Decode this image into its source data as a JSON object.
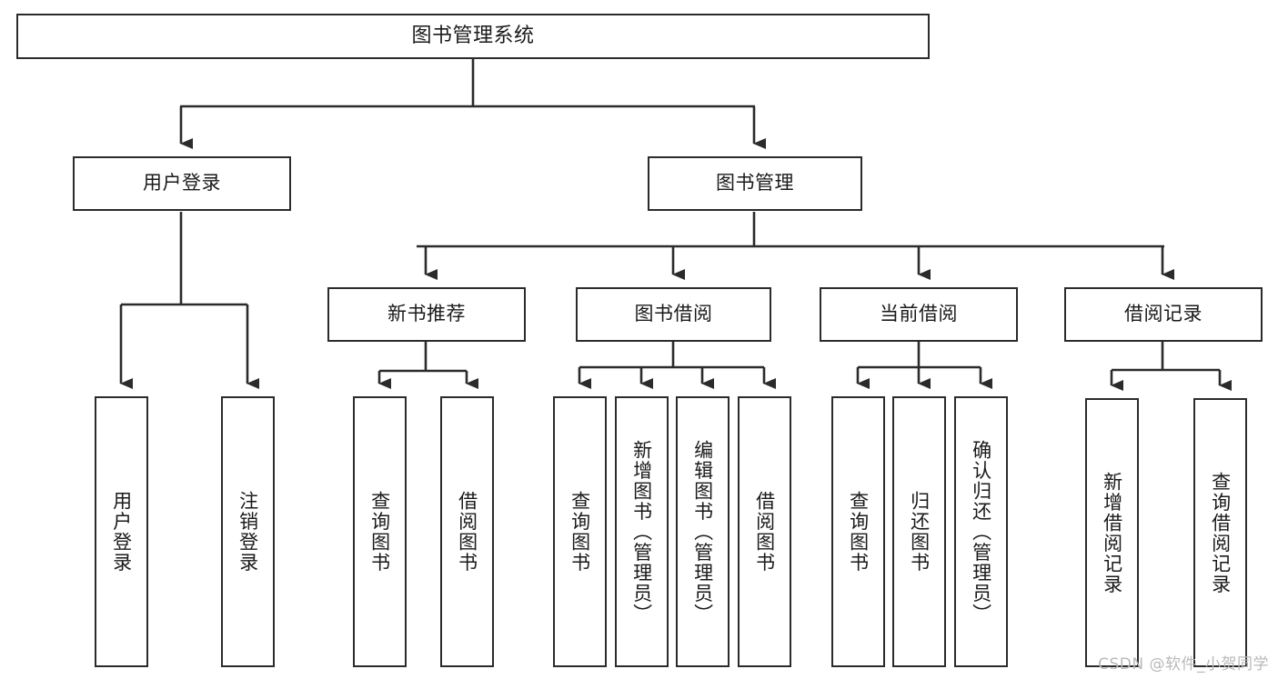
{
  "diagram": {
    "type": "tree",
    "title": "图书管理系统",
    "root": {
      "id": "root",
      "label": "图书管理系统"
    },
    "level2": [
      {
        "id": "user-login",
        "label": "用户登录"
      },
      {
        "id": "book-manage",
        "label": "图书管理"
      }
    ],
    "level3": [
      {
        "id": "new-book-recommend",
        "label": "新书推荐",
        "parent": "book-manage"
      },
      {
        "id": "book-borrow",
        "label": "图书借阅",
        "parent": "book-manage"
      },
      {
        "id": "current-borrow",
        "label": "当前借阅",
        "parent": "book-manage"
      },
      {
        "id": "borrow-record",
        "label": "借阅记录",
        "parent": "book-manage"
      }
    ],
    "leaves": [
      {
        "id": "leaf-user-login",
        "label": "用户登录",
        "parent": "user-login"
      },
      {
        "id": "leaf-logout-login",
        "label": "注销登录",
        "parent": "user-login"
      },
      {
        "id": "leaf-query-book-1",
        "label": "查询图书",
        "parent": "new-book-recommend"
      },
      {
        "id": "leaf-borrow-book-1",
        "label": "借阅图书",
        "parent": "new-book-recommend"
      },
      {
        "id": "leaf-query-book-2",
        "label": "查询图书",
        "parent": "book-borrow"
      },
      {
        "id": "leaf-add-book",
        "label": "新增图书（管理员）",
        "parent": "book-borrow"
      },
      {
        "id": "leaf-edit-book",
        "label": "编辑图书（管理员）",
        "parent": "book-borrow"
      },
      {
        "id": "leaf-borrow-book-2",
        "label": "借阅图书",
        "parent": "book-borrow"
      },
      {
        "id": "leaf-query-book-3",
        "label": "查询图书",
        "parent": "current-borrow"
      },
      {
        "id": "leaf-return-book",
        "label": "归还图书",
        "parent": "current-borrow"
      },
      {
        "id": "leaf-confirm-return",
        "label": "确认归还（管理员）",
        "parent": "current-borrow"
      },
      {
        "id": "leaf-add-record",
        "label": "新增借阅记录",
        "parent": "borrow-record"
      },
      {
        "id": "leaf-query-record",
        "label": "查询借阅记录",
        "parent": "borrow-record"
      }
    ],
    "colors": {
      "stroke": "#2b2b2b",
      "fill": "#ffffff",
      "text": "#1a1a1a",
      "watermark": "#b9b9b9"
    }
  },
  "watermark": {
    "text": "CSDN @软件_小贺同学"
  }
}
